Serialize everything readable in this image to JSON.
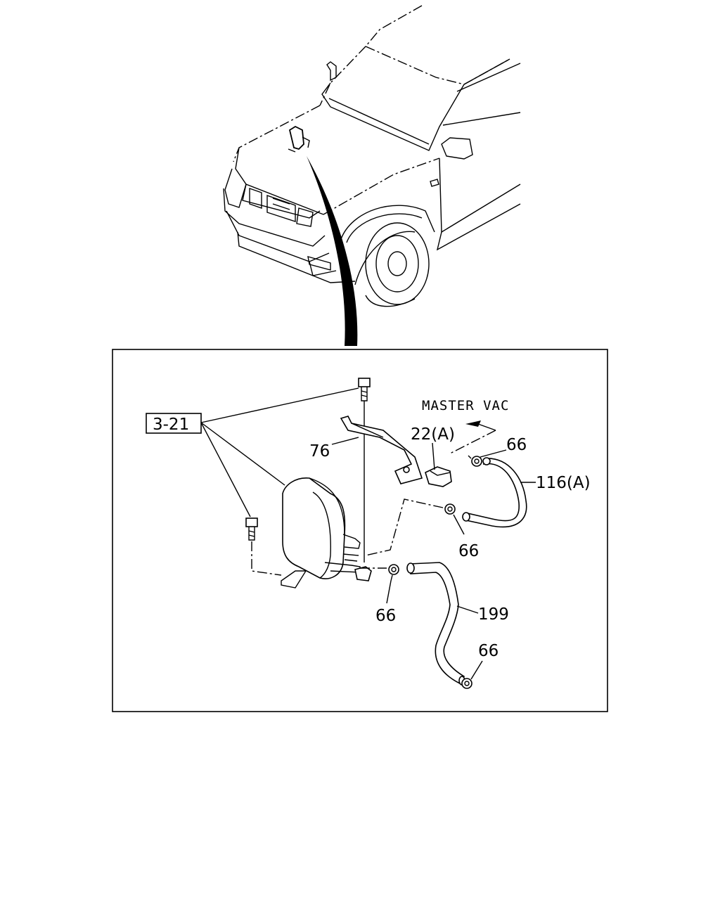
{
  "labels": {
    "ref_box": "3-21",
    "master_vac": "MASTER VAC",
    "part_76": "76",
    "part_22a": "22(A)",
    "part_66_a": "66",
    "part_116a": "116(A)",
    "part_66_b": "66",
    "part_66_c": "66",
    "part_199": "199",
    "part_66_d": "66"
  },
  "colors": {
    "ink": "#000000",
    "paper": "#ffffff"
  }
}
